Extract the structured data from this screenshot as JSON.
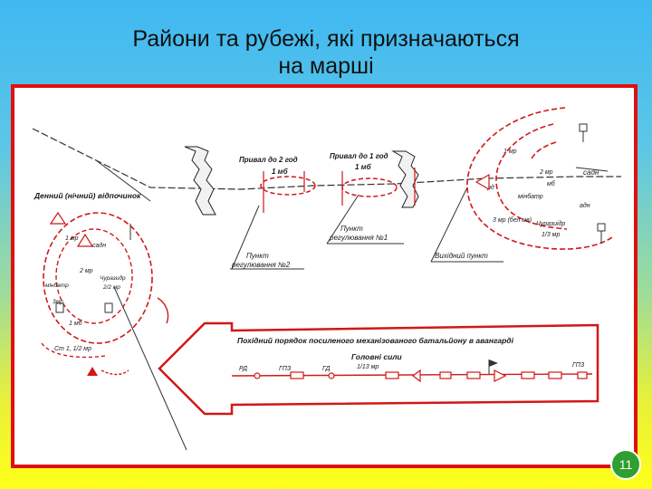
{
  "slide": {
    "title_line1": "Райони та рубежі, які призначаються",
    "title_line2": "на марші",
    "page_number": "11"
  },
  "diagram": {
    "rest_area_label": "Денний (нічний) відпочинок",
    "halt_2h": "Привал до 2 год",
    "halt_1h": "Привал до 1 год",
    "mb_label": "1 мб",
    "reg_point_2": [
      "Пункт",
      "регулювання №2"
    ],
    "reg_point_1": [
      "Пункт",
      "регулювання №1"
    ],
    "start_point": "Вихідний пункт",
    "march_order": "Похідний порядок посиленого механізованого батальйону в авангарді",
    "main_forces": "Головні сили",
    "units": {
      "rd": "РД",
      "gpz_left": "ГПЗ",
      "gd": "ГД",
      "mr_1_13": "1/13 мр",
      "gpz_right": "ГПЗ",
      "mr1": "1 мр",
      "mr2": "2 мр",
      "mr3": "3 мр (бел мв)",
      "mb_right": "мб",
      "sadn_right": "садн",
      "rd_right": "рд",
      "mintbatr": "мінбатр",
      "adn": "адн",
      "vzrv": "1/3 мр",
      "churazydr": "Чуразиідр",
      "mr_left_1": "1 мр",
      "sadn_left": "садн",
      "mr_left_2": "2 мр",
      "minbatr_left": "мінбатр",
      "churaz_left": "Чуразидр",
      "mr_left_22": "2/2 мр",
      "zmr": "3мр",
      "mb_left": "1 мб",
      "st": "Ст 1, 1/2 мр"
    }
  }
}
